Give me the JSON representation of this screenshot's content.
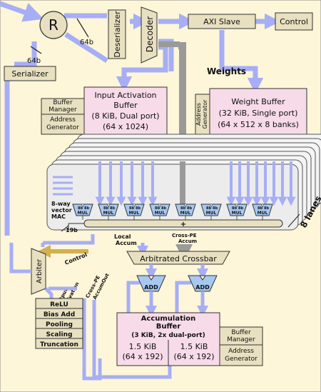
{
  "router": {
    "symbol": "R",
    "width_a": "64b",
    "width_b": "64b"
  },
  "serializer": "Serializer",
  "deserializer": "Deserializer",
  "decoder": "Decoder",
  "axi_slave": "AXI Slave",
  "control": "Control",
  "weights": "Weights",
  "input_buffer": {
    "title": "Input Activation",
    "title2": "Buffer",
    "size": "(8 KiB, Dual port)",
    "dims": "(64 x 1024)"
  },
  "buffer_manager": "Buffer Manager",
  "address_generator": "Address Generator",
  "address_generator_vertical": "Address Generator",
  "weight_buffer": {
    "title": "Weight Buffer",
    "size": "(32 KiB, Single port)",
    "dims": "(64 x 512 x 8 banks)"
  },
  "pe": {
    "mac_label": [
      "8-way",
      "vector",
      "MAC"
    ],
    "lanes": "8 lanes",
    "bits": "19b",
    "plus": "+",
    "mul_top": "8b",
    "mul_label": "MUL",
    "mul_count": 8
  },
  "local_accum": [
    "Local",
    "Accum"
  ],
  "cross_pe_accum": [
    "Cross-PE",
    "Accum"
  ],
  "control_arrow": "Control",
  "arbitrated_crossbar": "Arbitrated Crossbar",
  "add_label": "ADD",
  "arbiter": "Arbiter",
  "output_activation": [
    "Output",
    "Activation"
  ],
  "cross_pe_accumout": [
    "Cross-PE",
    "AccumOut"
  ],
  "post_ops": [
    "ReLU",
    "Bias Add",
    "Pooling",
    "Scaling",
    "Truncation"
  ],
  "accum_buffer": {
    "title": "Accumulation",
    "title2": "Buffer",
    "size": "(3 KiB, 2x dual-port)",
    "bank_size": "1.5 KiB",
    "bank_dims": "(64 x 192)"
  },
  "colors": {
    "background": "#fdf6d8",
    "arrow": "#a7aef5",
    "box_pink": "#f7dbe8",
    "box_tan": "#e8e0c0",
    "pe_gray": "#e9e9e9",
    "dark_arrow": "#9a9a9a",
    "control_gold": "#d4b050"
  }
}
